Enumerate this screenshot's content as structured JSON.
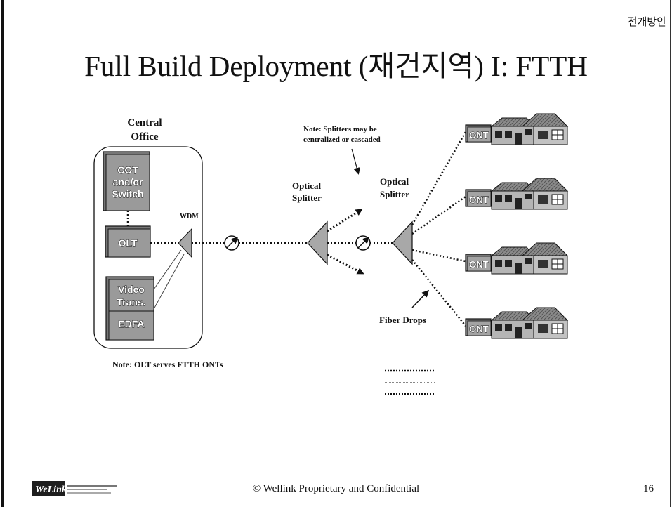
{
  "header": {
    "section_label": "전개방안",
    "title": "Full Build Deployment (재건지역) I: FTTH"
  },
  "central_office": {
    "label_line1": "Central",
    "label_line2": "Office",
    "cot_line1": "COT",
    "cot_line2": "and/or",
    "cot_line3": "Switch",
    "olt": "OLT",
    "video_line1": "Video",
    "video_line2": "Trans.",
    "edfa": "EDFA",
    "wdm": "WDM"
  },
  "notes": {
    "splitters_line1": "Note: Splitters may be",
    "splitters_line2": "centralized or cascaded",
    "olt_serves": "Note: OLT serves FTTH ONTs"
  },
  "splitters": {
    "first_line1": "Optical",
    "first_line2": "Splitter",
    "second_line1": "Optical",
    "second_line2": "Splitter"
  },
  "drops": {
    "label": "Fiber Drops",
    "ont_labels": [
      "ONT",
      "ONT",
      "ONT",
      "ONT"
    ]
  },
  "footer": {
    "copyright": "© Wellink Proprietary and Confidential",
    "page_number": "16"
  },
  "colors": {
    "box_fill": "#9a9a9a",
    "splitter_fill": "#a8a8a8",
    "ink": "#111111"
  }
}
